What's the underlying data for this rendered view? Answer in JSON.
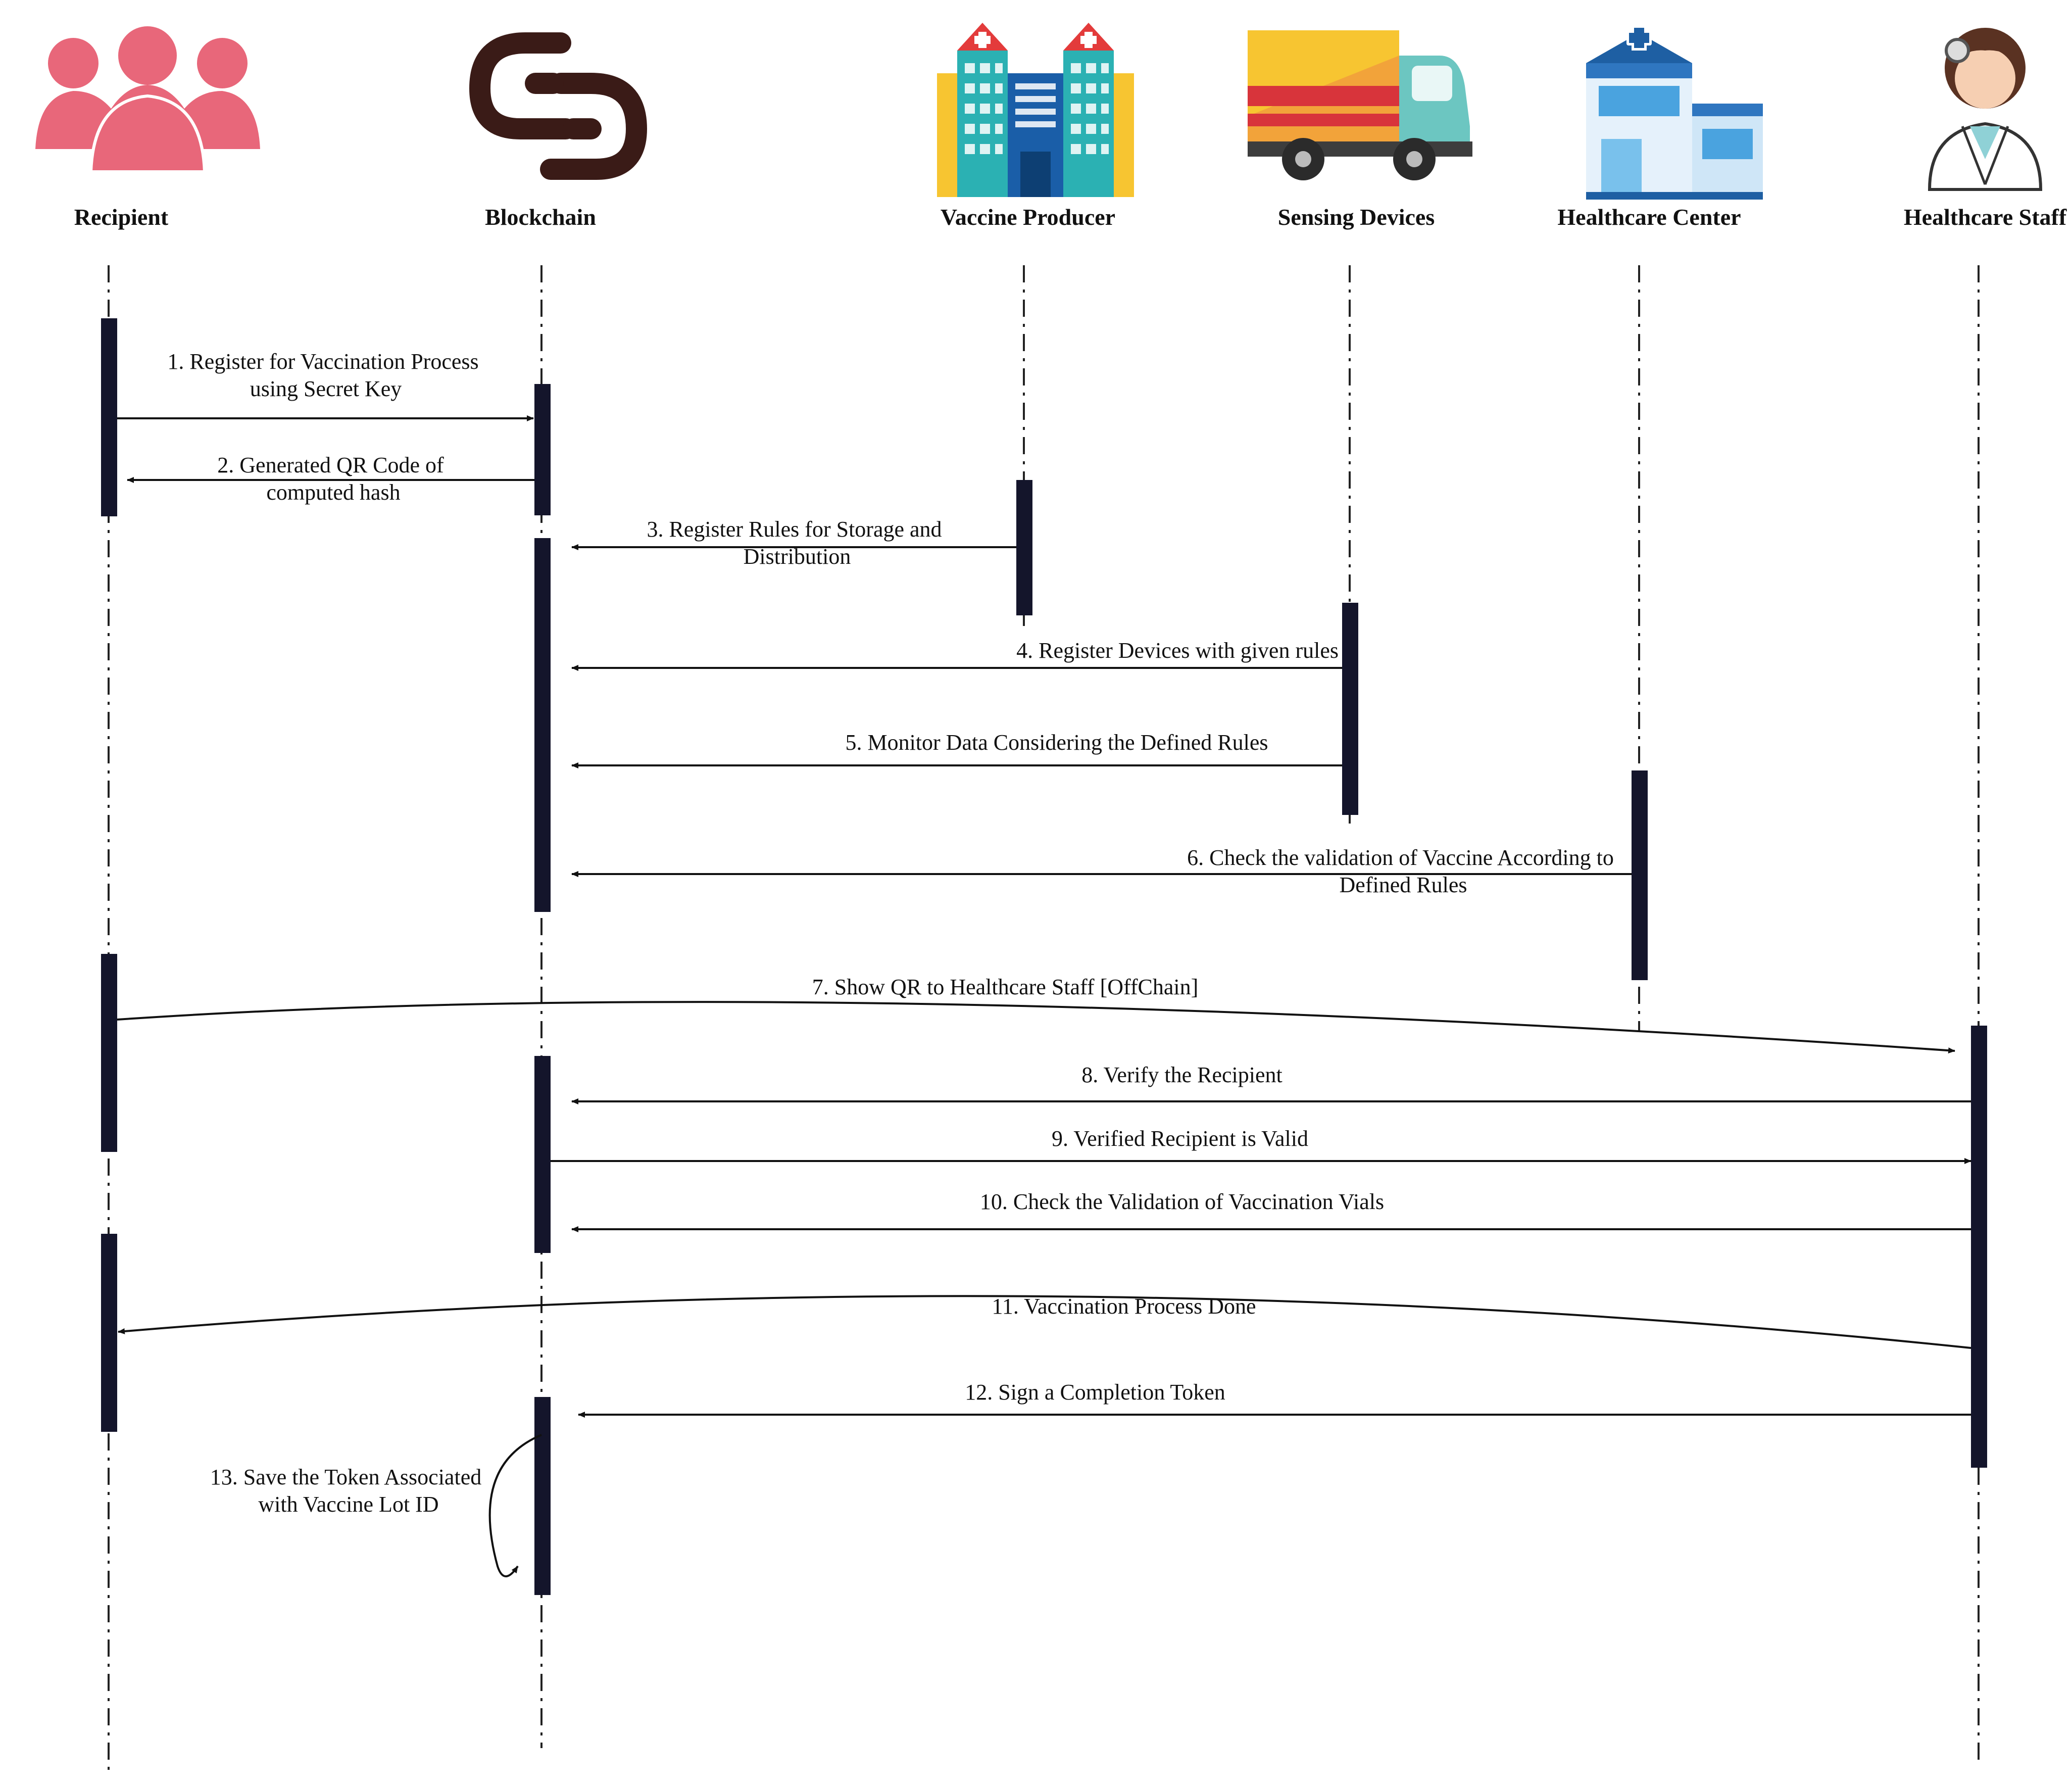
{
  "actors": [
    {
      "id": "recipient",
      "label": "Recipient",
      "icon": "people-group-icon"
    },
    {
      "id": "blockchain",
      "label": "Blockchain",
      "icon": "blockchain-chain-icon"
    },
    {
      "id": "vaccine-producer",
      "label": "Vaccine Producer",
      "icon": "factory-building-icon"
    },
    {
      "id": "sensing-devices",
      "label": "Sensing Devices",
      "icon": "delivery-truck-icon"
    },
    {
      "id": "healthcare-center",
      "label": "Healthcare Center",
      "icon": "hospital-building-icon"
    },
    {
      "id": "healthcare-staff",
      "label": "Healthcare Staff",
      "icon": "doctor-icon"
    }
  ],
  "messages": [
    {
      "n": 1,
      "from": "recipient",
      "to": "blockchain",
      "lines": [
        "1. Register for Vaccination Process",
        "using Secret Key"
      ]
    },
    {
      "n": 2,
      "from": "blockchain",
      "to": "recipient",
      "lines": [
        "2. Generated QR Code of",
        "computed hash"
      ]
    },
    {
      "n": 3,
      "from": "vaccine-producer",
      "to": "blockchain",
      "lines": [
        "3. Register Rules for Storage and",
        "Distribution"
      ]
    },
    {
      "n": 4,
      "from": "sensing-devices",
      "to": "blockchain",
      "lines": [
        "4. Register Devices with given rules"
      ]
    },
    {
      "n": 5,
      "from": "sensing-devices",
      "to": "blockchain",
      "lines": [
        "5. Monitor Data Considering the Defined Rules"
      ]
    },
    {
      "n": 6,
      "from": "healthcare-center",
      "to": "blockchain",
      "lines": [
        "6. Check the validation of Vaccine According to",
        "Defined Rules"
      ]
    },
    {
      "n": 7,
      "from": "recipient",
      "to": "healthcare-staff",
      "lines": [
        "7. Show QR to Healthcare Staff [OffChain]"
      ]
    },
    {
      "n": 8,
      "from": "healthcare-staff",
      "to": "blockchain",
      "lines": [
        "8. Verify the Recipient"
      ]
    },
    {
      "n": 9,
      "from": "blockchain",
      "to": "healthcare-staff",
      "lines": [
        "9. Verified Recipient is Valid"
      ]
    },
    {
      "n": 10,
      "from": "healthcare-staff",
      "to": "blockchain",
      "lines": [
        "10. Check the Validation of Vaccination Vials"
      ]
    },
    {
      "n": 11,
      "from": "healthcare-staff",
      "to": "recipient",
      "lines": [
        "11. Vaccination Process Done"
      ]
    },
    {
      "n": 12,
      "from": "healthcare-staff",
      "to": "blockchain",
      "lines": [
        "12. Sign a Completion Token"
      ]
    },
    {
      "n": 13,
      "from": "blockchain",
      "to": "blockchain",
      "lines": [
        "13. Save the Token Associated",
        "with Vaccine Lot ID"
      ]
    }
  ],
  "colors": {
    "recipient_icon": "#e8677a",
    "blockchain_icon": "#3a1b17",
    "activation_bar": "#14152b"
  }
}
